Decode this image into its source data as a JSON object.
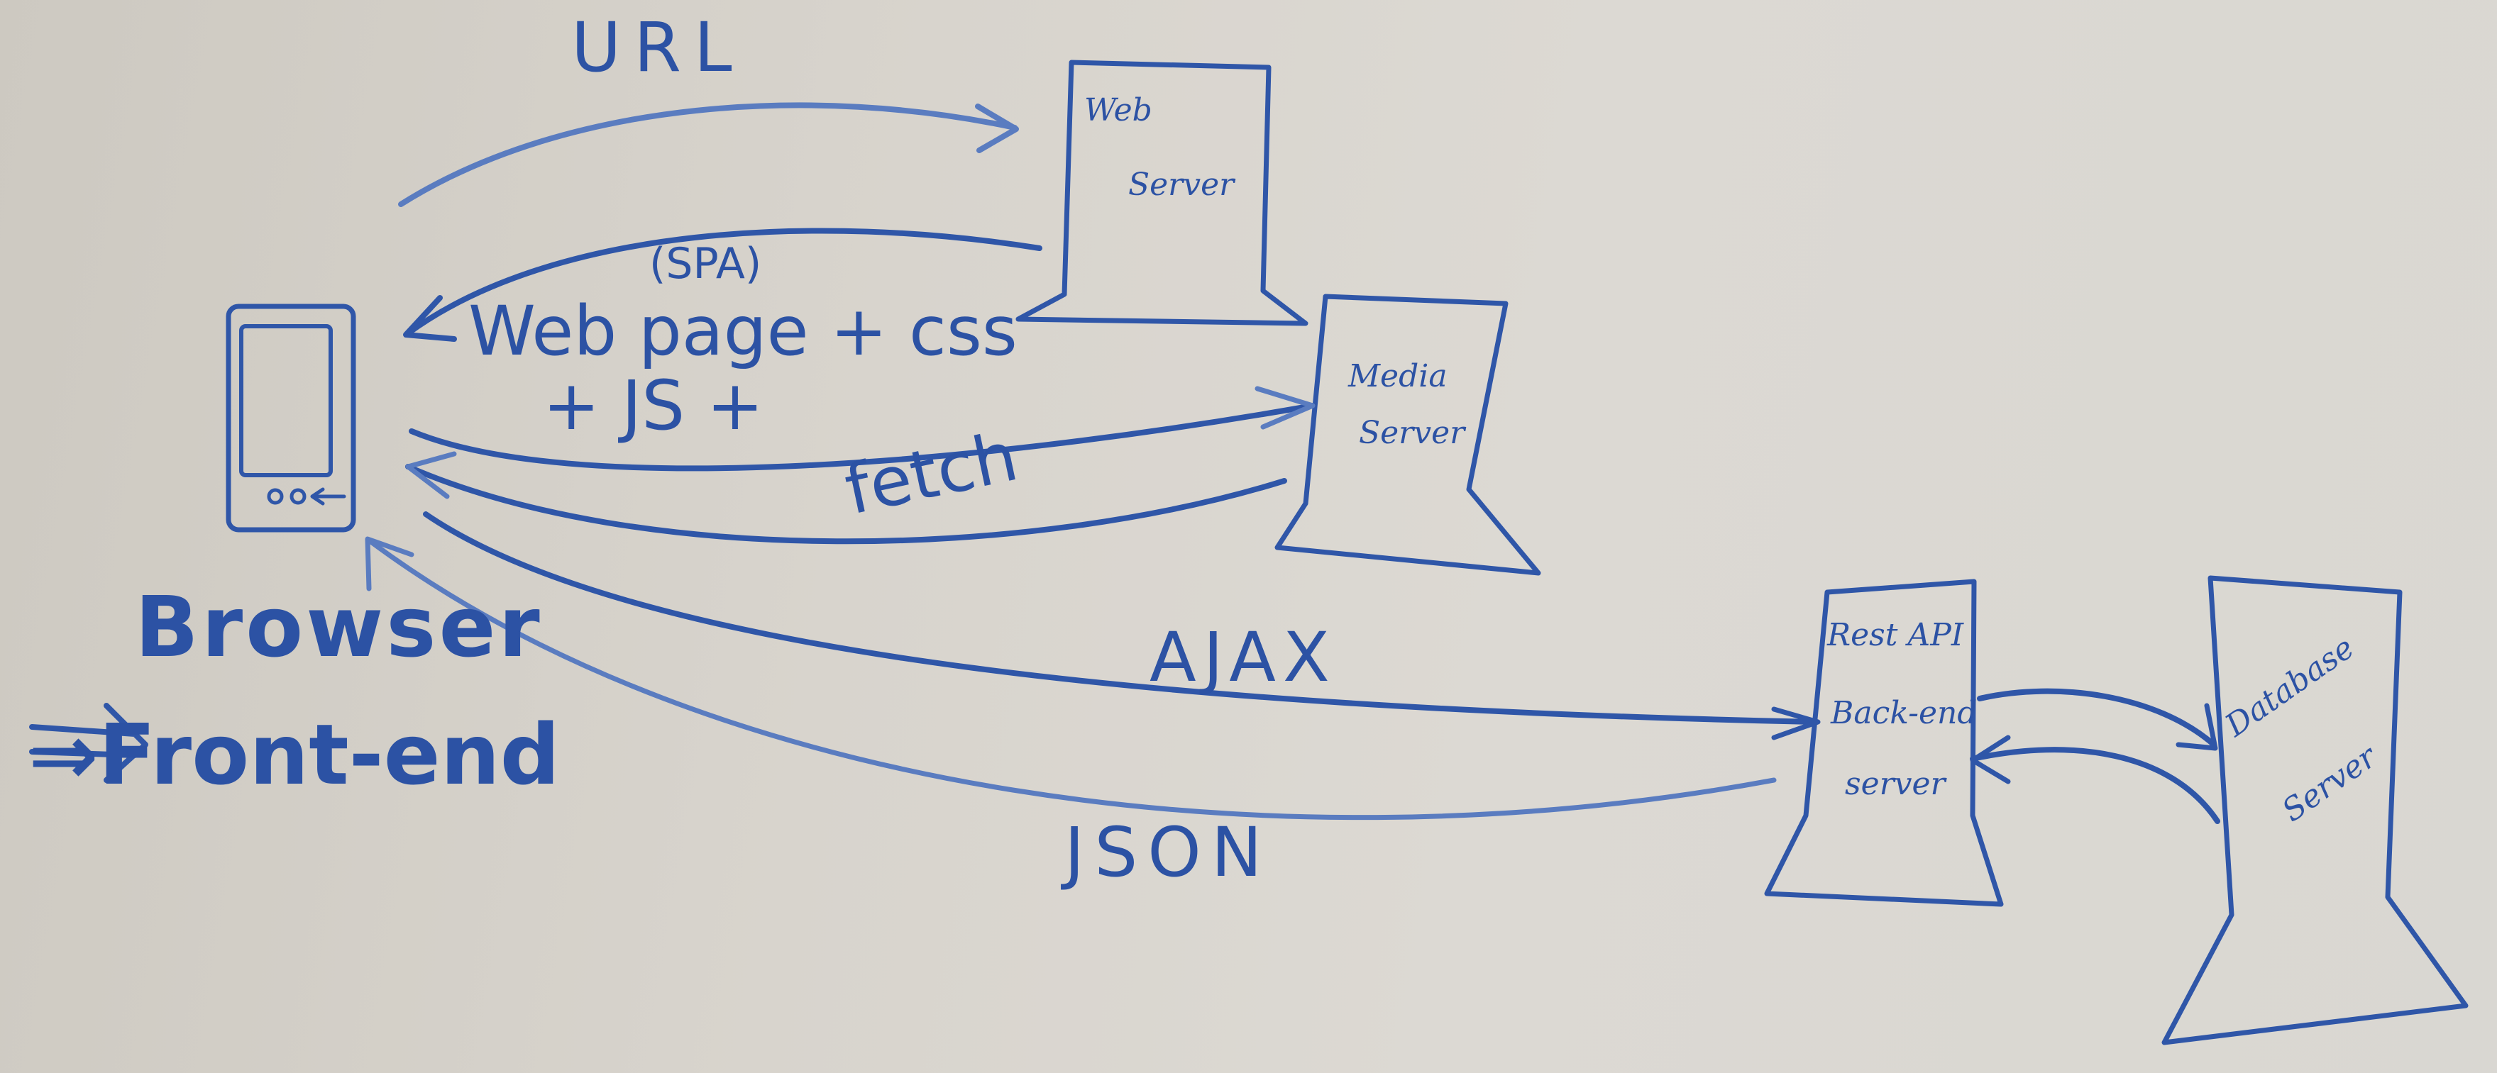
{
  "nodes": {
    "web_server": [
      "Web",
      "Server"
    ],
    "media_server": [
      "Media",
      "Server"
    ],
    "rest_api": [
      "Rest API",
      "Back-end",
      "server"
    ],
    "database_server": [
      "Database",
      "Server"
    ]
  },
  "labels": {
    "url": "URL",
    "spa": "(SPA)",
    "webpage_line1": "Web page + css",
    "webpage_line2": "+ JS +",
    "fetch": "fetch",
    "ajax": "AJAX",
    "json": "JSON",
    "browser": "Browser",
    "frontend": "⇒Front-end"
  },
  "colors": {
    "ink": "#2f56a8",
    "board": "#d8d4cd"
  }
}
